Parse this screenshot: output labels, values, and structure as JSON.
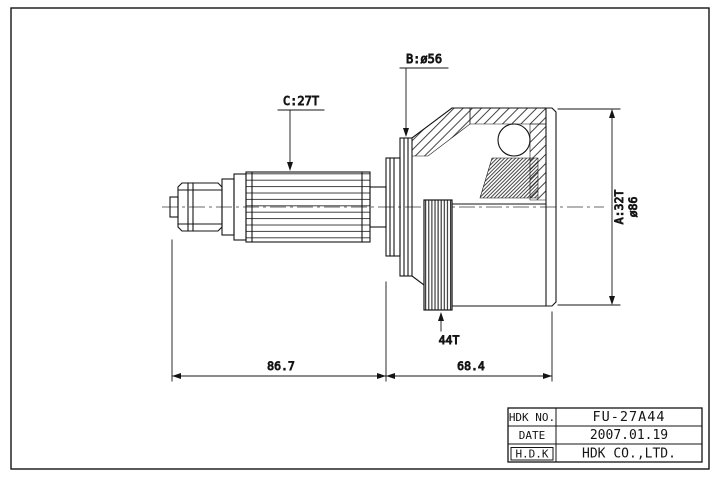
{
  "colors": {
    "ink": "#141414",
    "paper": "#ffffff"
  },
  "drawing": {
    "labels": {
      "c_spline": "C:27T",
      "b_dia": "B:ø56",
      "a_spline": "A:32T",
      "outer_dia": "ø86",
      "ring_teeth": "44T",
      "dim_left": "86.7",
      "dim_right": "68.4"
    }
  },
  "title_block": {
    "hdk_no_label": "HDK NO.",
    "hdk_no_value": "FU-27A44",
    "date_label": "DATE",
    "date_value": "2007.01.19",
    "company_label": "H.D.K",
    "company_value": "HDK CO.,LTD."
  }
}
